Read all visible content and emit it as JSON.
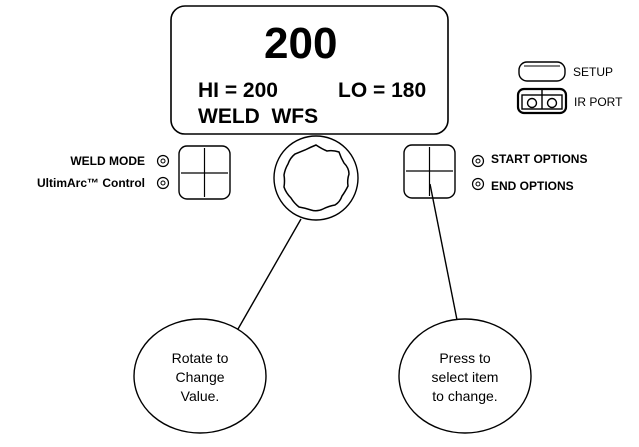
{
  "display": {
    "value": "200",
    "hi_lo": "HI = 200",
    "lo": "LO = 180",
    "mode": "WELD  WFS"
  },
  "panel": {
    "setup_label": "SETUP",
    "ir_port_label": "IR PORT",
    "weld_mode_label": "WELD MODE",
    "ultimarc_label": "UltimArc™ Control",
    "start_options_label": "START OPTIONS",
    "end_options_label": "END OPTIONS"
  },
  "callouts": {
    "knob_line1": "Rotate to",
    "knob_line2": "Change",
    "knob_line3": "Value.",
    "button_line1": "Press to",
    "button_line2": "select item",
    "button_line3": "to change."
  }
}
